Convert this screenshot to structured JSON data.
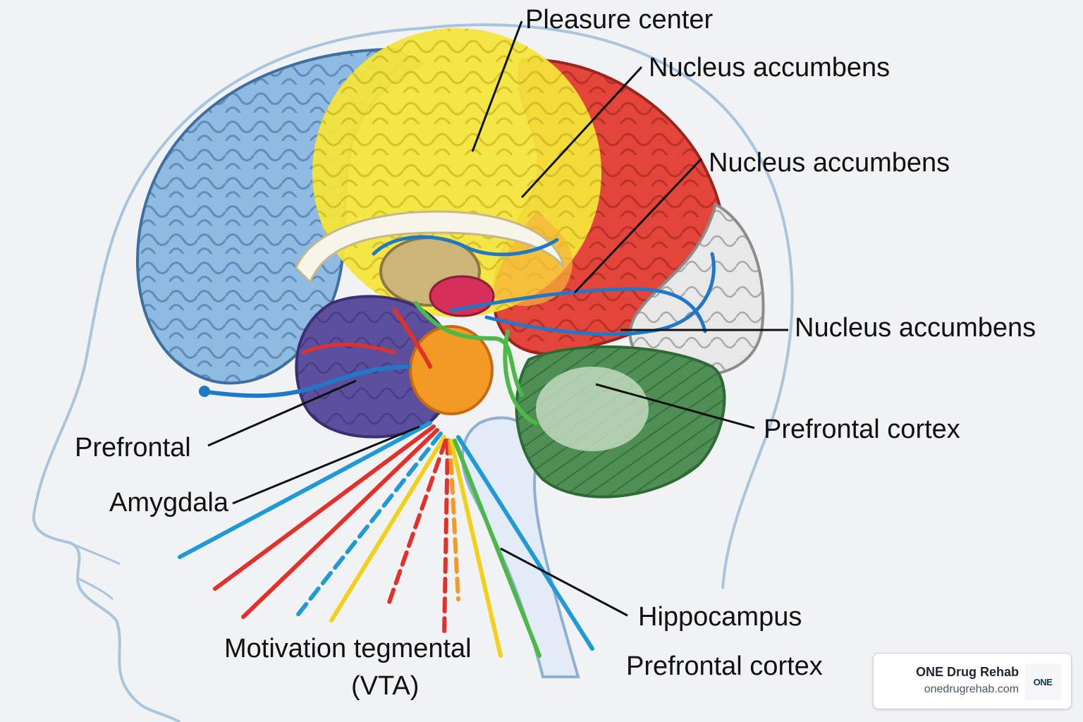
{
  "labels": {
    "pleasure_center": "Pleasure center",
    "nucleus_accumbens_1": "Nucleus accumbens",
    "nucleus_accumbens_2": "Nucleus accumbens",
    "nucleus_accumbens_3": "Nucleus accumbens",
    "prefrontal": "Prefrontal",
    "prefrontal_cortex_1": "Prefrontal cortex",
    "amygdala": "Amygdala",
    "hippocampus": "Hippocampus",
    "vta_line1": "Motivation tegmental",
    "vta_line2": "(VTA)",
    "prefrontal_cortex_2": "Prefrontal cortex"
  },
  "brand": {
    "name": "ONE Drug Rehab",
    "url": "onedrugrehab.com",
    "logo_text": "ONE"
  },
  "colors": {
    "frontal_lobe": "#8fbbe3",
    "parietal_yellow": "#f3e53a",
    "occipital_red": "#e3453a",
    "temporal_purple": "#5c4f9e",
    "cerebellum_green": "#4f8f55",
    "midbrain_orange": "#f39a24",
    "head_outline": "#a9c4dd"
  }
}
